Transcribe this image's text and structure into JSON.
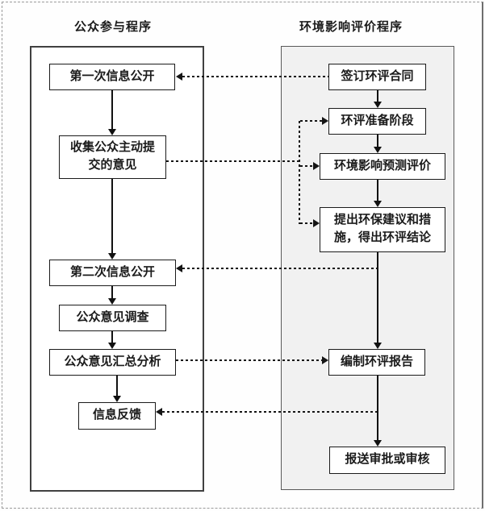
{
  "titles": {
    "left": "公众参与程序",
    "right": "环境影响评价程序"
  },
  "left_column": {
    "title": "公众参与程序",
    "boxes": [
      {
        "id": "first-disclosure",
        "label": "第一次信息公开"
      },
      {
        "id": "collect-opinions",
        "label": "收集公众主动提\n交的意见"
      },
      {
        "id": "second-disclosure",
        "label": "第二次信息公开"
      },
      {
        "id": "opinion-survey",
        "label": "公众意见调查"
      },
      {
        "id": "summary-analysis",
        "label": "公众意见汇总分析"
      },
      {
        "id": "info-feedback",
        "label": "信息反馈"
      }
    ]
  },
  "right_column": {
    "title": "环境影响评价程序",
    "boxes": [
      {
        "id": "sign-contract",
        "label": "签订环评合同"
      },
      {
        "id": "eia-preparation",
        "label": "环评准备阶段"
      },
      {
        "id": "impact-prediction",
        "label": "环境影响预测评价"
      },
      {
        "id": "suggestions-conclusion",
        "label": "提出环保建议和措\n施，得出环评结论"
      },
      {
        "id": "compile-report",
        "label": "编制环评报告"
      },
      {
        "id": "submit-approval",
        "label": "报送审批或审核"
      }
    ]
  },
  "connectors": {
    "solid": [
      {
        "from": "first-disclosure",
        "to": "collect-opinions"
      },
      {
        "from": "collect-opinions",
        "to": "second-disclosure"
      },
      {
        "from": "second-disclosure",
        "to": "opinion-survey"
      },
      {
        "from": "opinion-survey",
        "to": "summary-analysis"
      },
      {
        "from": "summary-analysis",
        "to": "info-feedback"
      },
      {
        "from": "sign-contract",
        "to": "eia-preparation"
      },
      {
        "from": "eia-preparation",
        "to": "impact-prediction"
      },
      {
        "from": "impact-prediction",
        "to": "suggestions-conclusion"
      },
      {
        "from": "suggestions-conclusion",
        "to": "compile-report"
      },
      {
        "from": "compile-report",
        "to": "submit-approval"
      }
    ],
    "dotted": [
      {
        "from": "sign-contract",
        "to": "first-disclosure"
      },
      {
        "from": "collect-opinions",
        "to": "eia-preparation"
      },
      {
        "from": "collect-opinions",
        "to": "impact-prediction"
      },
      {
        "from": "collect-opinions",
        "to": "suggestions-conclusion"
      },
      {
        "from": "suggestions-conclusion",
        "to": "second-disclosure"
      },
      {
        "from": "summary-analysis",
        "to": "compile-report"
      },
      {
        "from": "compile-report",
        "to": "info-feedback"
      }
    ]
  },
  "colors": {
    "box_border": "#1b1b1b",
    "panel_left_border": "#404040",
    "panel_right_border": "#595959",
    "panel_right_fill": "#f1f1f1",
    "arrow": "#111111",
    "page_frame": "#9a9a9a"
  }
}
